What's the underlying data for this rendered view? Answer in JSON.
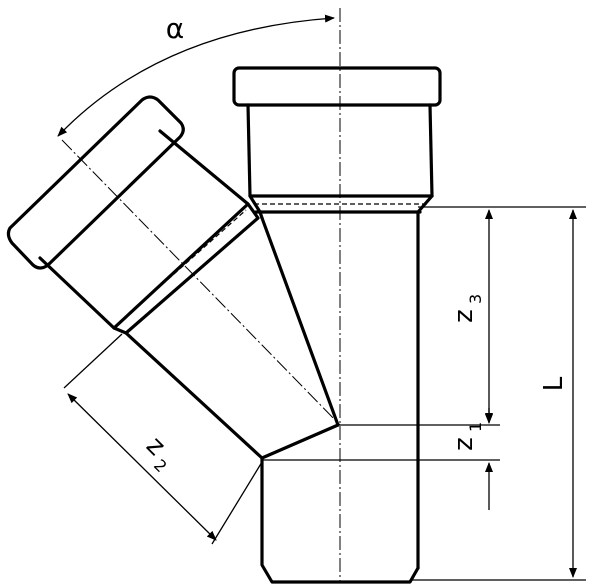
{
  "labels": {
    "alpha": "α",
    "z2": "z",
    "z2_sub": "2",
    "z3": "z",
    "z3_sub": "3",
    "z1": "z",
    "z1_sub": "1",
    "L": "L"
  },
  "colors": {
    "line": "#000000",
    "background": "#ffffff"
  }
}
